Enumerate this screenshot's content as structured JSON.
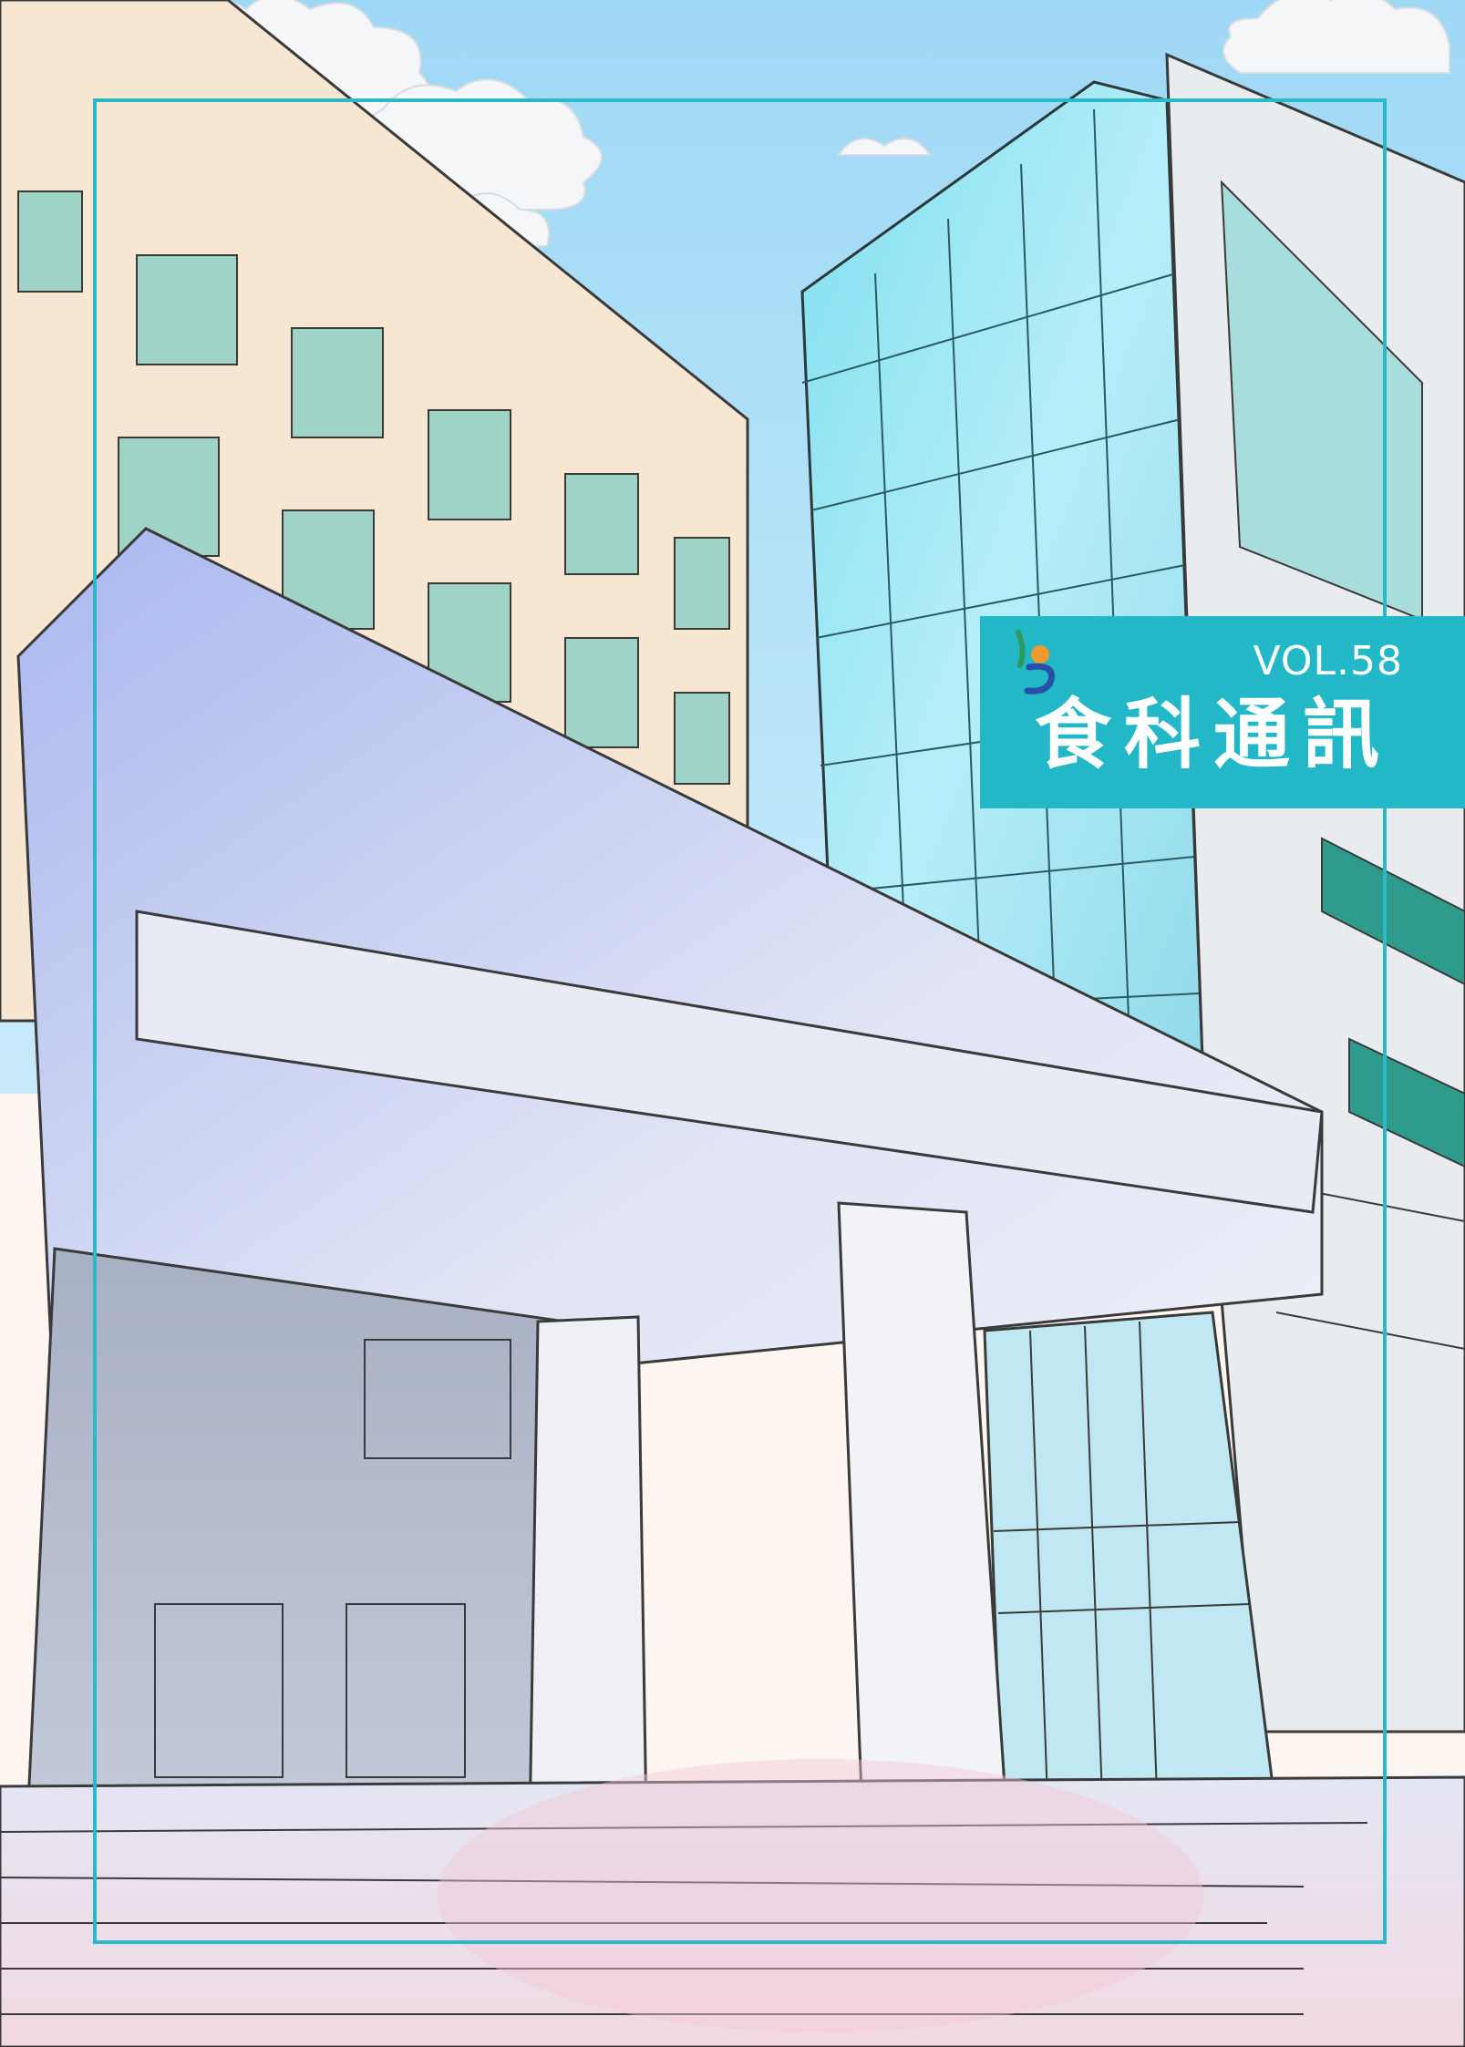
{
  "cover": {
    "volume": "VOL.58",
    "title": "食科通訊",
    "logo_icon": "publisher-logo-icon",
    "frame_color": "#2bb9c9",
    "panel_color": "#22b8c8",
    "illustration": "building-illustration"
  }
}
